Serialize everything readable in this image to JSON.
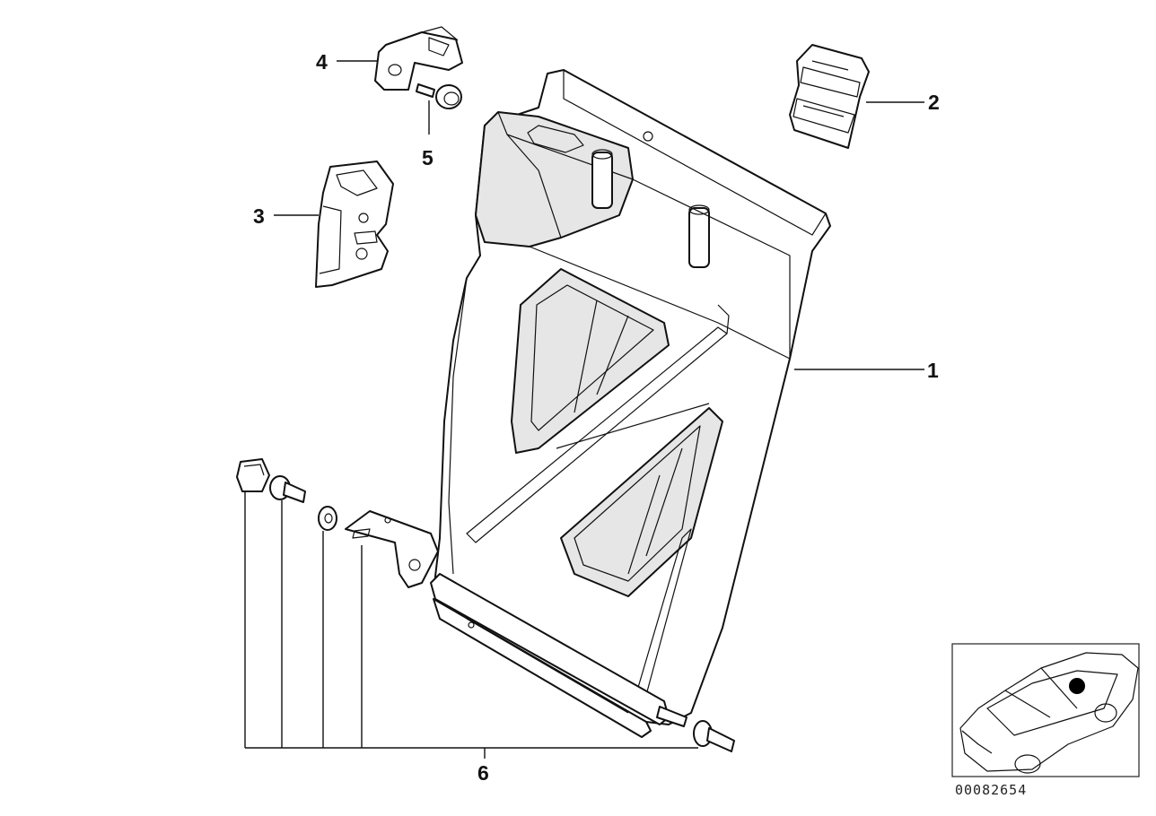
{
  "callouts": [
    {
      "id": "1",
      "label": "1"
    },
    {
      "id": "2",
      "label": "2"
    },
    {
      "id": "3",
      "label": "3"
    },
    {
      "id": "4",
      "label": "4"
    },
    {
      "id": "5",
      "label": "5"
    },
    {
      "id": "6",
      "label": "6"
    }
  ],
  "reference_code": "00082654"
}
